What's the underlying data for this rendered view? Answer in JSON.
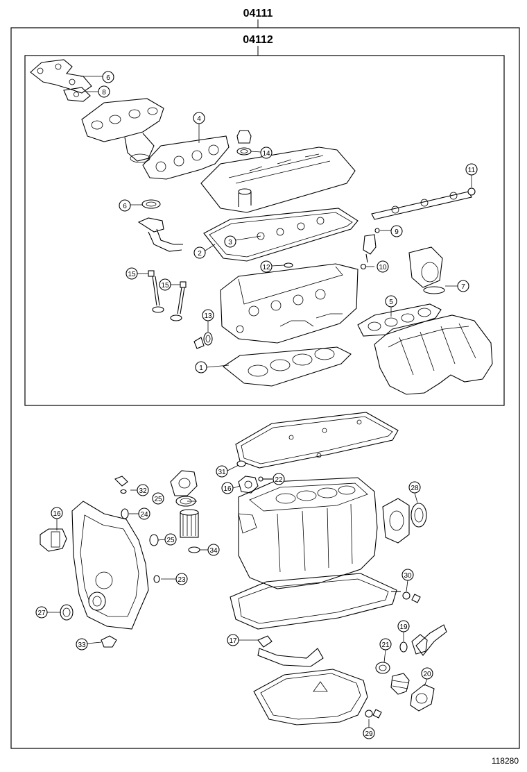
{
  "headers": {
    "kit_outer": "04111",
    "kit_inner": "04112"
  },
  "reference_number": "118280",
  "callouts": {
    "c1": "1",
    "c2": "2",
    "c3": "3",
    "c4": "4",
    "c5": "5",
    "c6a": "6",
    "c6b": "6",
    "c7": "7",
    "c8": "8",
    "c9": "9",
    "c10": "10",
    "c11": "11",
    "c12": "12",
    "c13": "13",
    "c14": "14",
    "c15a": "15",
    "c15b": "15",
    "c16a": "16",
    "c16b": "16",
    "c17": "17",
    "c19": "19",
    "c20": "20",
    "c21": "21",
    "c22": "22",
    "c23": "23",
    "c24": "24",
    "c25a": "25",
    "c25b": "25",
    "c27": "27",
    "c28": "28",
    "c29": "29",
    "c30": "30",
    "c31": "31",
    "c32": "32",
    "c33": "33",
    "c34": "34"
  }
}
